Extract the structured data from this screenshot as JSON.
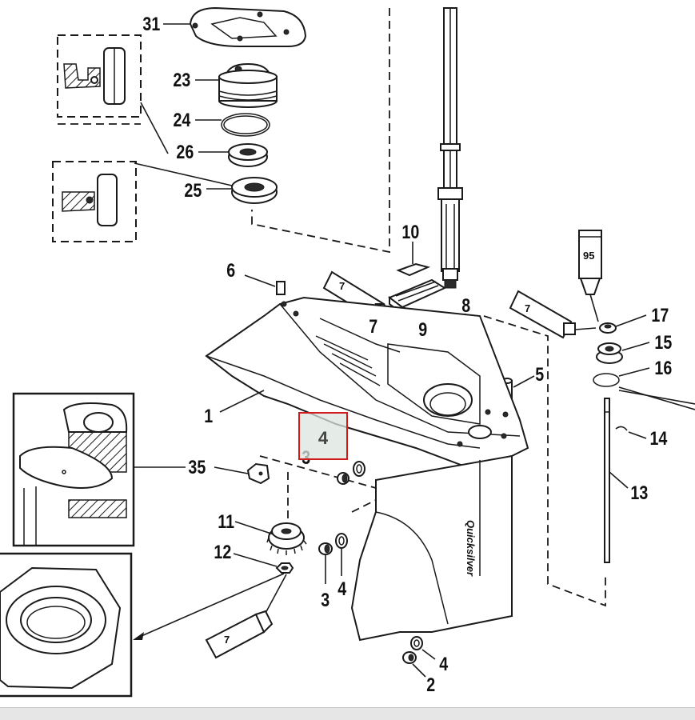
{
  "callouts": [
    {
      "id": "lbl-31",
      "text": "31"
    },
    {
      "id": "lbl-23",
      "text": "23"
    },
    {
      "id": "lbl-24",
      "text": "24"
    },
    {
      "id": "lbl-26",
      "text": "26"
    },
    {
      "id": "lbl-25",
      "text": "25"
    },
    {
      "id": "lbl-10",
      "text": "10"
    },
    {
      "id": "lbl-6",
      "text": "6"
    },
    {
      "id": "lbl-9",
      "text": "9"
    },
    {
      "id": "lbl-8",
      "text": "8"
    },
    {
      "id": "lbl-7a",
      "text": "7"
    },
    {
      "id": "lbl-17",
      "text": "17"
    },
    {
      "id": "lbl-15",
      "text": "15"
    },
    {
      "id": "lbl-16",
      "text": "16"
    },
    {
      "id": "lbl-5",
      "text": "5"
    },
    {
      "id": "lbl-1",
      "text": "1"
    },
    {
      "id": "lbl-14",
      "text": "14"
    },
    {
      "id": "lbl-35",
      "text": "35"
    },
    {
      "id": "lbl-3a",
      "text": "3"
    },
    {
      "id": "lbl-13",
      "text": "13"
    },
    {
      "id": "lbl-11",
      "text": "11"
    },
    {
      "id": "lbl-12",
      "text": "12"
    },
    {
      "id": "lbl-3b",
      "text": "3"
    },
    {
      "id": "lbl-4b",
      "text": "4"
    },
    {
      "id": "lbl-4c",
      "text": "4"
    },
    {
      "id": "lbl-2",
      "text": "2"
    }
  ],
  "tubes": {
    "tube_7_left": "7",
    "tube_7_right": "7",
    "tube_7_bottom": "7",
    "tube_95": "95"
  },
  "hotspot": {
    "label": "4"
  },
  "casting_text": "Quicksilver",
  "colors": {
    "highlight_border": "#d11a1a",
    "highlight_fill": "#dce4de"
  }
}
